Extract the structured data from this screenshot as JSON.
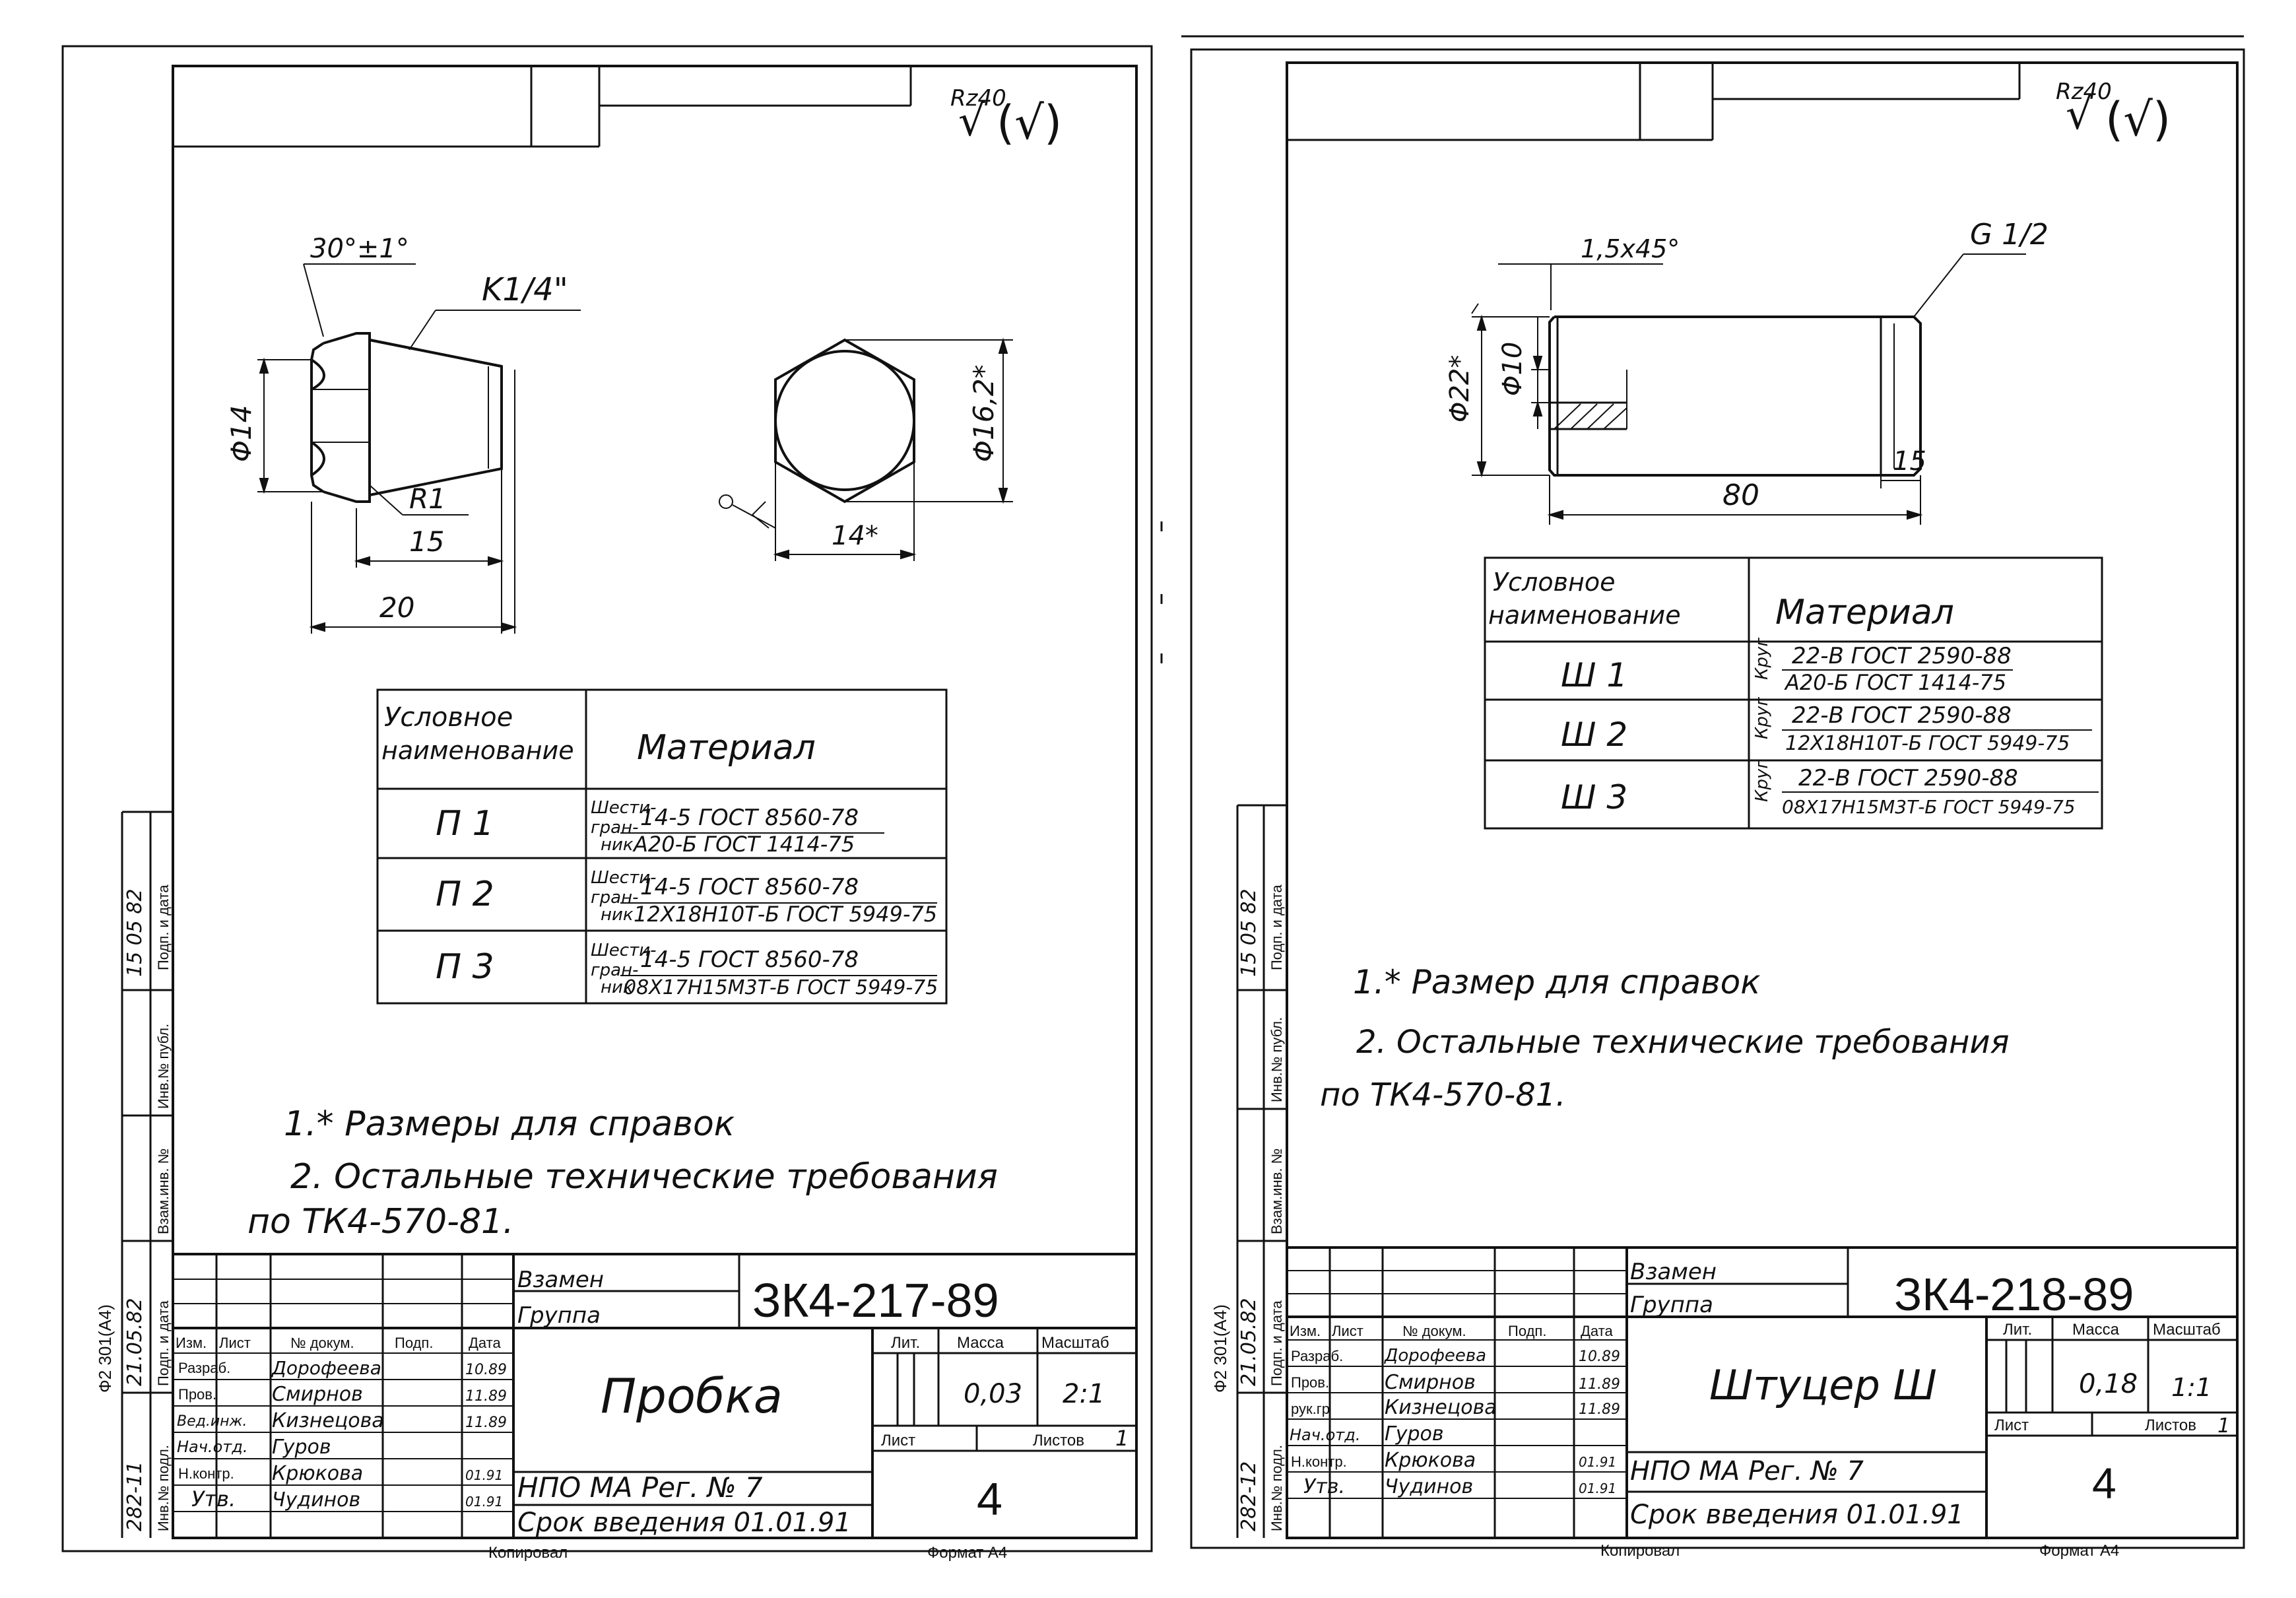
{
  "left_sheet": {
    "roughness": {
      "rz": "Rz40",
      "check": "√",
      "paren": "(√)"
    },
    "dims": {
      "angle": "30°±1°",
      "thread": "K1/4\"",
      "dia": "Φ14",
      "radius": "R1",
      "len15": "15",
      "len20": "20",
      "dia_hex": "Φ16,2*",
      "across_flats": "14*"
    },
    "table": {
      "header_name": "Условное наименование",
      "header_material": "Материал",
      "rows": [
        {
          "name": "П 1",
          "prefix_a": "Шести-",
          "prefix_b": "гран-",
          "prefix_c": "ник",
          "line1": "14-5 ГОСТ 8560-78",
          "line2": "А20-Б ГОСТ 1414-75"
        },
        {
          "name": "П 2",
          "prefix_a": "Шести-",
          "prefix_b": "гран-",
          "prefix_c": "ник",
          "line1": "14-5 ГОСТ 8560-78",
          "line2": "12Х18Н10Т-Б ГОСТ 5949-75"
        },
        {
          "name": "П 3",
          "prefix_a": "Шести-",
          "prefix_b": "гран-",
          "prefix_c": "ник",
          "line1": "14-5 ГОСТ 8560-78",
          "line2": "08Х17Н15М3Т-Б ГОСТ 5949-75"
        }
      ]
    },
    "notes": [
      "1.* Размеры для справок",
      "2. Остальные технические требования",
      "по ТК4-570-81."
    ],
    "side": {
      "format_code": "Ф2 301(А4)",
      "labels": [
        "Подп. и дата",
        "Инв.№ публ.",
        "Взам.инв. №",
        "Подп. и дата",
        "Инв.№ подл."
      ],
      "sig1": "15 05 82",
      "sig2": "21.05.82",
      "inv": "282-11"
    },
    "title_block": {
      "vzamen": "Взамен",
      "gruppa": "Группа",
      "doc_number": "ЗК4-217-89",
      "name": "Пробка",
      "lit": "Лит.",
      "massa": "Масса",
      "masshtab": "Масштаб",
      "mass_value": "0,03",
      "scale_value": "2:1",
      "list": "Лист",
      "listov": "Листов",
      "listov_value": "1",
      "org": "НПО МА Рег. № 7",
      "date": "Срок введения 01.01.91",
      "sheet_value": "4",
      "hdr": [
        "Изм.",
        "Лист",
        "№ докум.",
        "Подп.",
        "Дата"
      ],
      "rows": [
        {
          "role": "Разраб.",
          "person": "Дорофеева",
          "date": "10.89"
        },
        {
          "role": "Пров.",
          "person": "Смирнов",
          "date": "11.89"
        },
        {
          "role": "Вед.инж.",
          "person": "Кизнецова",
          "date": "11.89"
        },
        {
          "role": "Нач.отд.",
          "person": "Гуров",
          "date": ""
        },
        {
          "role": "Н.контр.",
          "person": "Крюкова",
          "date": "01.91"
        },
        {
          "role": "Утв.",
          "person": "Чудинов",
          "date": "01.91"
        }
      ],
      "kopiroval": "Копировал",
      "format": "Формат А4"
    }
  },
  "right_sheet": {
    "roughness": {
      "rz": "Rz40",
      "check": "√",
      "paren": "(√)"
    },
    "dims": {
      "chamfer": "1,5х45°",
      "thread": "G 1/2",
      "dia22": "Φ22*",
      "dia10": "Φ10",
      "len15": "15",
      "len80": "80"
    },
    "table": {
      "header_name": "Условное наименование",
      "header_material": "Материал",
      "rows": [
        {
          "name": "Ш 1",
          "prefix": "Круг",
          "line1": "22-В ГОСТ 2590-88",
          "line2": "А20-Б ГОСТ 1414-75"
        },
        {
          "name": "Ш 2",
          "prefix": "Круг",
          "line1": "22-В ГОСТ 2590-88",
          "line2": "12Х18Н10Т-Б ГОСТ 5949-75"
        },
        {
          "name": "Ш 3",
          "prefix": "Круг",
          "line1": "22-В ГОСТ 2590-88",
          "line2": "08Х17Н15М3Т-Б ГОСТ 5949-75"
        }
      ]
    },
    "notes": [
      "1.* Размер для справок",
      "2. Остальные технические требования",
      "по ТК4-570-81."
    ],
    "side": {
      "format_code": "Ф2 301(А4)",
      "labels": [
        "Подп. и дата",
        "Инв.№ публ.",
        "Взам.инв. №",
        "Подп. и дата",
        "Инв.№ подл."
      ],
      "sig1": "15 05 82",
      "sig2": "21.05.82",
      "inv": "282-12"
    },
    "title_block": {
      "vzamen": "Взамен",
      "gruppa": "Группа",
      "doc_number": "ЗК4-218-89",
      "name": "Штуцер Ш",
      "lit": "Лит.",
      "massa": "Масса",
      "masshtab": "Масштаб",
      "mass_value": "0,18",
      "scale_value": "1:1",
      "list": "Лист",
      "listov": "Листов",
      "listov_value": "1",
      "org": "НПО МА Рег. № 7",
      "date": "Срок введения 01.01.91",
      "sheet_value": "4",
      "hdr": [
        "Изм.",
        "Лист",
        "№ докум.",
        "Подп.",
        "Дата"
      ],
      "rows": [
        {
          "role": "Разраб.",
          "person": "Дорофеева",
          "date": "10.89"
        },
        {
          "role": "Пров.",
          "person": "Смирнов",
          "date": "11.89"
        },
        {
          "role": "рук.гр",
          "person": "Кизнецова",
          "date": "11.89"
        },
        {
          "role": "Нач.отд.",
          "person": "Гуров",
          "date": ""
        },
        {
          "role": "Н.контр.",
          "person": "Крюкова",
          "date": "01.91"
        },
        {
          "role": "Утв.",
          "person": "Чудинов",
          "date": "01.91"
        }
      ],
      "kopiroval": "Копировал",
      "format": "Формат А4"
    }
  }
}
